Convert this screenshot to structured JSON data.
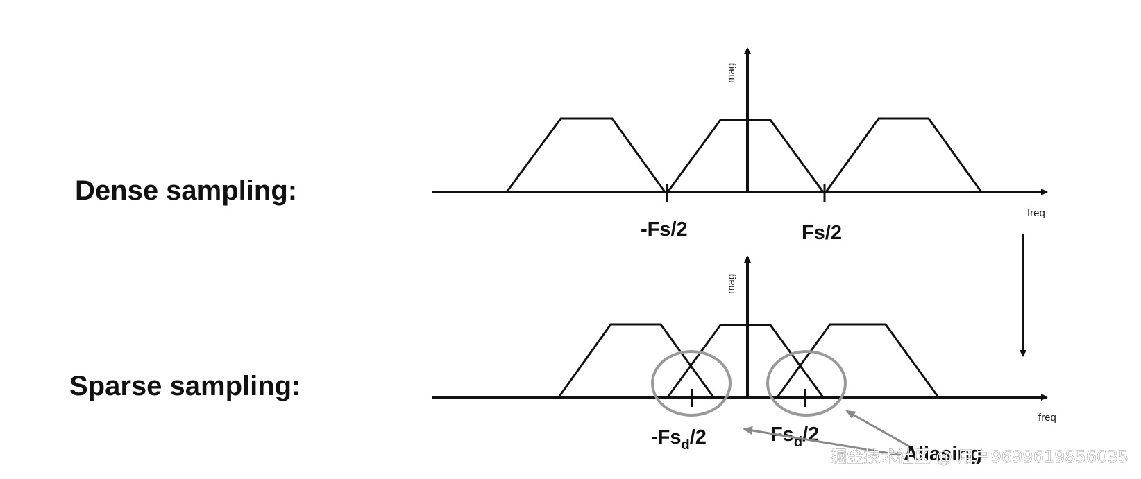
{
  "colors": {
    "ink": "#111111",
    "circle": "#999999",
    "pointer": "#888888",
    "watermark": "#ffffff"
  },
  "dense": {
    "label": "Dense sampling:",
    "y_axis_label": "mag",
    "x_axis_label": "freq",
    "tick_left": "-Fs/2",
    "tick_right": "Fs/2"
  },
  "sparse": {
    "label": "Sparse sampling:",
    "y_axis_label": "mag",
    "x_axis_label": "freq",
    "tick_left_main": "-Fs",
    "tick_left_sub": "d",
    "tick_left_tail": "/2",
    "tick_right_main": "Fs",
    "tick_right_sub": "d",
    "tick_right_tail": "/2",
    "aliasing_label": "Aliasing"
  },
  "watermark": "掘金技术社区 @ 用户9699619856035"
}
